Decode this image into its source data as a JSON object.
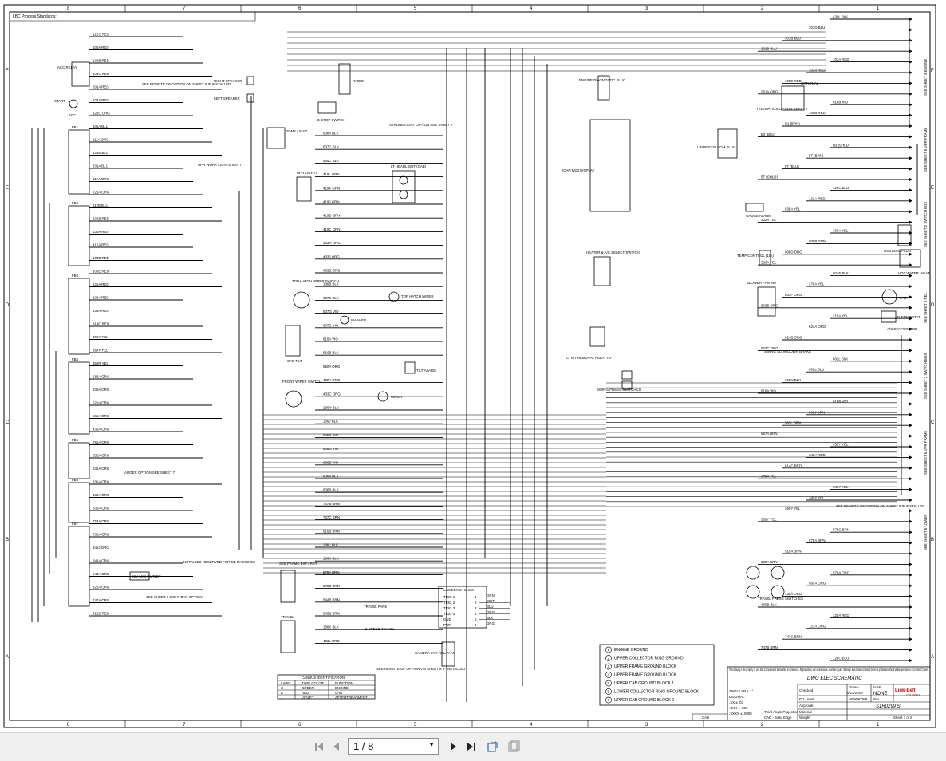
{
  "header": {
    "standards_label": "LBC Process Standards:"
  },
  "zones": {
    "columns": [
      "8",
      "7",
      "6",
      "5",
      "4",
      "3",
      "2",
      "1"
    ],
    "rows": [
      "F",
      "E",
      "D",
      "C",
      "B",
      "A"
    ]
  },
  "components": {
    "acc_relay": "ACC RELAY",
    "start": "START",
    "acc": "ACC",
    "radio": "RADIO",
    "right_speaker": "RIGHT SPEAKER",
    "left_speaker": "LEFT SPEAKER",
    "estop": "E-STOP SWITCH",
    "dome_light": "DOME LIGHT",
    "upr_work_lights": "UPR WORK LIGHTS SHT 7",
    "upr_lights": "UPR LIGHTS",
    "lt_headlight": "LT HEADLIGHT (CAB)",
    "strobe_option": "STROBE LIGHT OPTION SEE SHEET 7",
    "engine_diag": "ENGINE DIAGNOSTIC PLUG",
    "telematics_opt": "TELEMATICS OPTION SHEET 7",
    "optional": "OPTIONAL",
    "ican_display": "ICAN MD3 DISPLAY",
    "linde_ecm": "LINDE ECM COM PLUG",
    "gauge_alarm": "GAUGE ALARM",
    "heater_ac": "HEATER & A/C SELECT SWITCH",
    "temp_control": "TEMP CONTROL (10k)",
    "blower_fan": "BLOWER FAN SW",
    "fan": "FAN",
    "thermostat": "THERMOSTAT",
    "ac_evap": "A/C EVAPORATOR",
    "hot_water": "HOT WATER VALVE",
    "usb_plug": "USB DIAG PLUG",
    "top_hatch": "TOP HATCH WIPER SWITCH",
    "top_hatch_wiper": "TOP HATCH WIPER",
    "washer": "WASHER",
    "cab_tilt": "CAB TILT",
    "tilt_alarm": "TILT ALARM",
    "ctwt_relay": "CTWT REMOVAL RELAY AJ",
    "swing_brake": "SWING SLOWDOWN BRAKE",
    "swing_press": "SWING PRESS SWITCHES",
    "front_wiper": "FRONT WIPER SWITCH",
    "wiper": "WIPER",
    "auger_opt": "AUGER OPTION SEE SHEET 7",
    "outlet_12v": "12V ACC OUTLET",
    "not_used": "NOT USED RESERVED FOR CE MACHINES",
    "light_bar": "SEE SHEET 7 LIGHT BAR OPTION",
    "see_frame": "SEE FRAME EXT / RET",
    "travel": "TRAVEL",
    "travel_park": "TRAVEL PARK",
    "two_speed": "2-SPEED TRAVEL",
    "camera_system": "CAMERA SYSTEM",
    "camera_relay": "CAMERA SYS RELAY AN",
    "travel_press": "TRAVEL PRESS SWITCHES",
    "see_remote": "SEE REMOTE OF OPTION ON SHEET 8 IF INSTALLED"
  },
  "wire_labels_left": [
    "122C RED",
    "106A RED",
    "100B RED",
    "103C RED",
    "201A RED",
    "104A RED",
    "121C ORG",
    "105A BLU",
    "111A ORG",
    "121E BLU",
    "201A BLU",
    "112A ORG",
    "121A ORG",
    "112B BLU",
    "105B RED",
    "130A RED",
    "412A RED",
    "104B RED",
    "105E RED",
    "125A RED",
    "108A RED",
    "434A RED",
    "814C RED",
    "360Y YEL",
    "364Y YEL",
    "360R YEL",
    "583A ORG",
    "836A ORG",
    "520A ORG",
    "565A ORG",
    "435A ORG",
    "765A ORG",
    "552A ORG",
    "535A ORG",
    "331A ORG",
    "436A ORG",
    "836A ORG",
    "754A ORG",
    "732A ORG",
    "345J ORG",
    "348A ORG",
    "544A ORG",
    "822A ORG",
    "747A ORG",
    "422D RED"
  ],
  "wire_labels_mid": [
    "608A BLK",
    "607C BLK",
    "434C BLK",
    "419L GRN",
    "419K GRN",
    "419J GRN",
    "419D GRN",
    "419C GRN",
    "433H ORG",
    "433J ORG",
    "433B ORG",
    "136B BLK",
    "607E BLK",
    "607G VIO",
    "607D VIO",
    "616A VIO",
    "616B BLK",
    "550A ORG",
    "432A ORG",
    "433C ORG",
    "136H BLK",
    "136J BLK",
    "606B VIO",
    "606D VIO",
    "606E VIO",
    "606A BLK",
    "606B BLK",
    "747B BRN",
    "747C BRN",
    "516B BRN",
    "136L BLK",
    "136K BLK",
    "575A BRN",
    "575B BRN",
    "544B BRN",
    "546B BRN",
    "136K BLK",
    "433L ORG"
  ],
  "wire_labels_right": [
    "430L BLK",
    "301D BLU",
    "301B BLU",
    "121B BLU",
    "103A RED",
    "102A RED",
    "105E RED",
    "261A ORG",
    "618B VIO",
    "108B RED",
    "B1 (BRN)",
    "B2 (BLU)",
    "B3 (SHLD)",
    "5T (BRN)",
    "5T (BLU)",
    "5T (SHLD)",
    "128C BLU",
    "132A RED",
    "838A YEL",
    "303A YEL",
    "308A YEL",
    "808B GRN",
    "808D ORG",
    "333A YEL",
    "804E BLK",
    "276A YEL",
    "803F ORG",
    "803E ORG",
    "215A YEL",
    "624A ORG",
    "624B ORG",
    "624C ORG",
    "602L BLK",
    "602L BLU",
    "602N BLK",
    "618A VIO",
    "618B VIO",
    "583J BRN",
    "583L BRN",
    "587A BRN",
    "435Y YEL",
    "340A RED",
    "814C RED",
    "346A YEL",
    "346Y YEL",
    "349Y YEL",
    "360Y YEL",
    "365Y YEL",
    "575C BRN",
    "575A BRN",
    "519A BRN",
    "520A BRN",
    "570A ORG",
    "583A ORG",
    "435A ORG",
    "430B BLK",
    "320A RED",
    "121A ORG",
    "747C BRN",
    "747B BRN",
    "128C BLU"
  ],
  "ground_blocks": [
    {
      "num": "1",
      "label": "ENGINE GROUND"
    },
    {
      "num": "2",
      "label": "UPPER COLLECTOR RING GROUND"
    },
    {
      "num": "3",
      "label": "UPPER FRAME GROUND BLOCK"
    },
    {
      "num": "4",
      "label": "UPPER FRAME GROUND BLOCK"
    },
    {
      "num": "5",
      "label": "UPPER CAB GROUND BLOCK 1"
    },
    {
      "num": "6",
      "label": "LOWER COLLECTOR RING GROUND BLOCK"
    },
    {
      "num": "7",
      "label": "UPPER CAB GROUND BLOCK 2"
    }
  ],
  "canbus_table": {
    "title": "CANBUS IDENTIFICATION",
    "headers": [
      "LABEL",
      "TAPE COLOR",
      "FUNCTION"
    ],
    "rows": [
      [
        "C",
        "GREEN",
        "ENGINE"
      ],
      [
        "E",
        "RED",
        "CAB"
      ],
      [
        "J",
        "VIOLET",
        "AFTERTREATMENT"
      ]
    ]
  },
  "camera_rows": [
    {
      "pin": "TRIG 1",
      "num": "1",
      "wire": "GRN"
    },
    {
      "pin": "TRIG 2",
      "num": "2",
      "wire": "WHT"
    },
    {
      "pin": "TRIG 3",
      "num": "3",
      "wire": "BLU"
    },
    {
      "pin": "TRIG 4",
      "num": "4",
      "wire": "ORG"
    },
    {
      "pin": "GND",
      "num": "5",
      "wire": "BLK"
    },
    {
      "pin": "PWR",
      "num": "6",
      "wire": "ORG"
    }
  ],
  "title_block": {
    "disclaimer": "This drawing is the property of Link-Belt Cranes and is transmitted in confidence. Reproduction, use or disclosure, in whole or part, of design and details contained herein is prohibited without written permission of Link-Belt Cranes.",
    "title": "DWG ELEC SCHEMATIC",
    "drawn_label": "Drawn",
    "drawn_date": "5/13/2019",
    "scale_label": "Scale",
    "scale": "NONE",
    "logo": "Link-Belt",
    "logo_sub": "CRANES",
    "checked_label": "Checked",
    "eo_label": "EO Level",
    "eo_value": "M19680398",
    "rev_label": "Rev",
    "approval_label": "Approval",
    "drawing_number": "S1R0299 S",
    "material_label": "Material",
    "projection": "Third Angle Projection",
    "cad_label": "CAD - Solid Edge",
    "weight_label": "Weight",
    "sheet": "Sheet 1 of 8",
    "cab_label": "CAB",
    "tol_angular": "ANGULAR ± 1°",
    "tol_decimal": "DECIMAL",
    "tol_x": ".XX  ± .03",
    "tol_xx": ".XXX ± .003",
    "tol_xxx": ".XXXX ± .0005"
  },
  "side_labels": [
    "SEE SHEET 4 ENGINE",
    "SEE SHEET 5 UPR FRAME",
    "SEE SHEET 2 SWITCH BOX",
    "SEE SHEET 3 REL.",
    "SEE SHEET 2 SWITCH BOX",
    "SEE SHEET 5 UPR FRAME",
    "SEE SHEET 6 LOWER"
  ],
  "fuse_blocks": [
    "FB1",
    "FB2",
    "FB3",
    "FB4",
    "FB5",
    "FB6",
    "FB7"
  ],
  "viewer": {
    "page_value": "1 / 8"
  }
}
